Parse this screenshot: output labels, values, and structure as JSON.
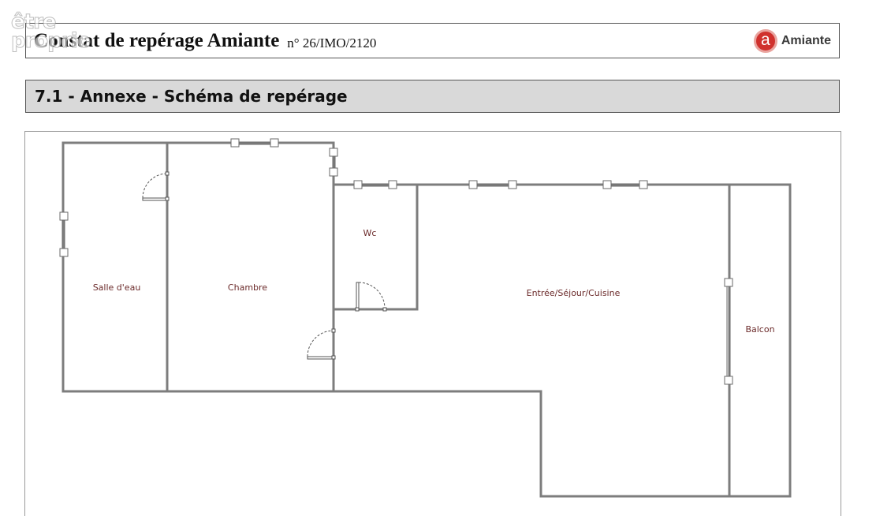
{
  "watermark": {
    "line1": "être",
    "line2": "proprio"
  },
  "header": {
    "title": "Constat de repérage Amiante",
    "reference": "n° 26/IMO/2120",
    "logo_letter": "a",
    "logo_text": "Amiante",
    "logo_color": "#d0312d"
  },
  "section": {
    "title": "7.1 - Annexe - Schéma de repérage"
  },
  "plan": {
    "rooms": {
      "salle_eau": "Salle d'eau",
      "chambre": "Chambre",
      "wc": "Wc",
      "sejour": "Entrée/Séjour/Cuisine",
      "balcon": "Balcon"
    }
  }
}
